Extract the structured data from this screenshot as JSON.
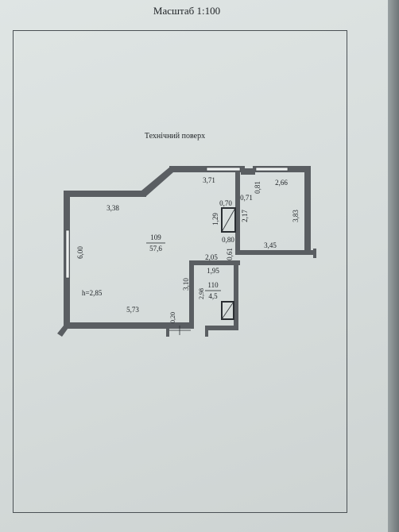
{
  "header": {
    "scale": "Масштаб 1:100"
  },
  "floor": {
    "title": "Технічний поверх"
  },
  "rooms": [
    {
      "number": "109",
      "area": "57,6"
    },
    {
      "number": "110",
      "area": "4,5"
    }
  ],
  "height": "h=2,85",
  "dimensions": {
    "d338": "3,38",
    "d371": "3,71",
    "d081": "0,81",
    "d266": "2,66",
    "d070": "0,70",
    "d071": "0,71",
    "d129": "1,29",
    "d217": "2,17",
    "d383": "3,83",
    "d080": "0,80",
    "d600": "6,00",
    "d205": "2,05",
    "d061": "0,61",
    "d345": "3,45",
    "d195": "1,95",
    "d310": "3,10",
    "d298": "2,98",
    "d573": "5,73",
    "d020": "0,20"
  }
}
